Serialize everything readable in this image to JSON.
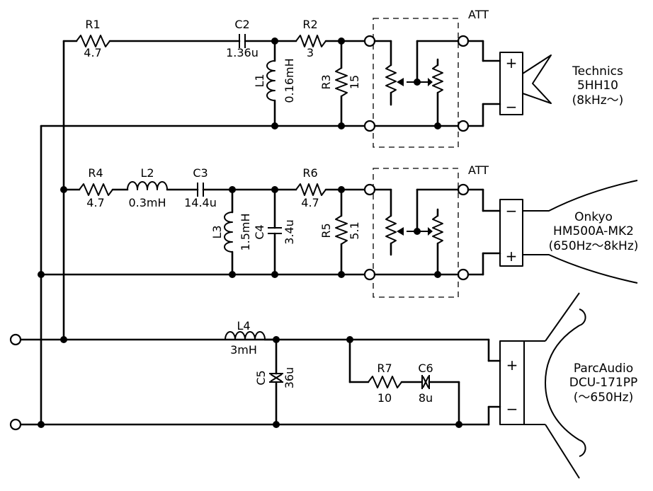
{
  "components": {
    "R1": {
      "ref": "R1",
      "value": "4.7"
    },
    "C2": {
      "ref": "C2",
      "value": "1.36u"
    },
    "R2": {
      "ref": "R2",
      "value": "3"
    },
    "L1": {
      "ref": "L1",
      "value": "0.16mH"
    },
    "R3": {
      "ref": "R3",
      "value": "15"
    },
    "R4": {
      "ref": "R4",
      "value": "4.7"
    },
    "L2": {
      "ref": "L2",
      "value": "0.3mH"
    },
    "C3": {
      "ref": "C3",
      "value": "14.4u"
    },
    "R6": {
      "ref": "R6",
      "value": "4.7"
    },
    "L3": {
      "ref": "L3",
      "value": "1.5mH"
    },
    "C4": {
      "ref": "C4",
      "value": "3.4u"
    },
    "R5": {
      "ref": "R5",
      "value": "5.1"
    },
    "L4": {
      "ref": "L4",
      "value": "3mH"
    },
    "C5": {
      "ref": "C5",
      "value": "36u"
    },
    "R7": {
      "ref": "R7",
      "value": "10"
    },
    "C6": {
      "ref": "C6",
      "value": "8u"
    }
  },
  "attenuators": {
    "top": "ATT",
    "mid": "ATT"
  },
  "speakers": {
    "tweeter": {
      "line1": "Technics",
      "line2": "5HH10",
      "line3": "(8kHz～)",
      "plus": "+",
      "minus": "−"
    },
    "mid": {
      "line1": "Onkyo",
      "line2": "HM500A-MK2",
      "line3": "(650Hz～8kHz)",
      "plus": "+",
      "minus": "−"
    },
    "woofer": {
      "line1": "ParcAudio",
      "line2": "DCU-171PP",
      "line3": "(～650Hz)",
      "plus": "+",
      "minus": "−"
    }
  }
}
